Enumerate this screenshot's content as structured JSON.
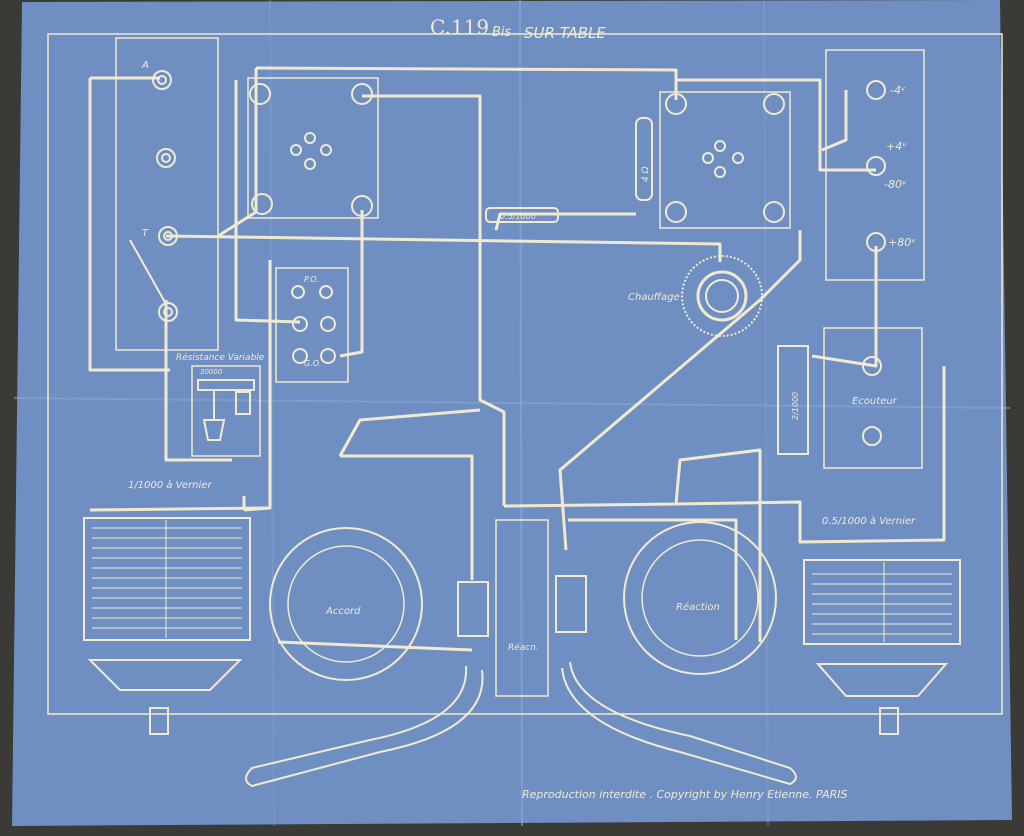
{
  "colors": {
    "paper": "#6f8fc2",
    "paper_dark": "#5e7fb4",
    "ink": "#f1ead0",
    "background": "#3b3a36"
  },
  "title": {
    "main": "C.119",
    "sub": "Bis",
    "rest": "SUR TABLE"
  },
  "labels": {
    "a": "A",
    "t": "T",
    "po": "P.O.",
    "go": "G.O.",
    "resistance": "Résistance  Variable",
    "resistance_value": "30000",
    "chauffage": "Chauffage",
    "minus4": "-4ᵛ",
    "plus4": "+4ᵛ",
    "minus80": "-80ᵛ",
    "plus80": "+80ᵛ",
    "ecouteur": "Ecouteur",
    "cap_left": "1/1000  à Vernier",
    "cap_right": "0.5/1000  à Vernier",
    "accord": "Accord",
    "reaction_right": "Réaction",
    "reaction_mid": "Réacn.",
    "cond_mid": "0.5/1000",
    "tube": "4 Ω",
    "cond_small": "2/1000"
  },
  "footer": {
    "copyright": "Reproduction  interdite .  Copyright  by  Henry Etienne.  PARIS"
  }
}
